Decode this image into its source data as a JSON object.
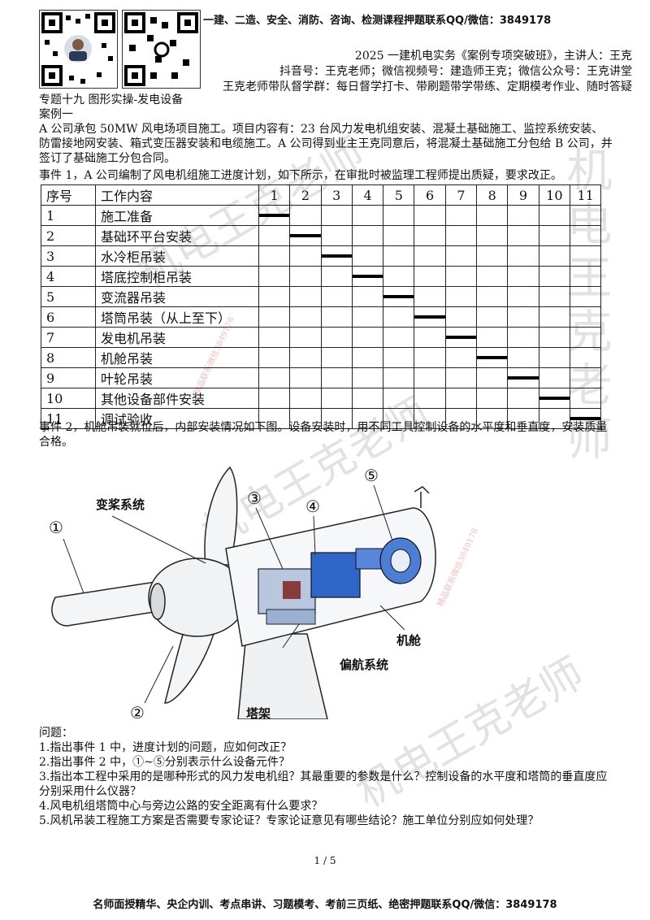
{
  "top_banner": "一建、二造、安全、消防、咨询、检测课程押题联系QQ/微信：3849178",
  "header": {
    "line1": "2025 一建机电实务《案例专项突破班》，主讲人：王克",
    "line2": "抖音号：王克老师；微信视频号：建造师王克；微信公众号：王克讲堂",
    "line3": "王克老师带队督学群：每日督学打卡、带刷题带学带练、定期模考作业、随时答疑"
  },
  "topic_title": "专题十九 图形实操-发电设备",
  "case_title": "案例一",
  "intro": "A 公司承包 50MW 风电场项目施工。项目内容有：23 台风力发电机组安装、混凝土基础施工、监控系统安装、防雷接地网安装、箱式变压器安装和电缆施工。A 公司得到业主王克同意后，将混凝土基础施工分包给 B 公司，并签订了基础施工分包合同。",
  "event1": "事件 1，A 公司编制了风电机组施工进度计划，如下所示，在审批时被监理工程师提出质疑，要求改正。",
  "gantt": {
    "col_seq": "序号",
    "col_work": "工作内容",
    "months": [
      "1",
      "2",
      "3",
      "4",
      "5",
      "6",
      "7",
      "8",
      "9",
      "10",
      "11"
    ],
    "rows": [
      {
        "seq": "1",
        "work": "施工准备",
        "period": 1
      },
      {
        "seq": "2",
        "work": "基础环平台安装",
        "period": 2
      },
      {
        "seq": "3",
        "work": "水冷柜吊装",
        "period": 3
      },
      {
        "seq": "4",
        "work": "塔底控制柜吊装",
        "period": 4
      },
      {
        "seq": "5",
        "work": "变流器吊装",
        "period": 5
      },
      {
        "seq": "6",
        "work": "塔筒吊装（从上至下）",
        "period": 6
      },
      {
        "seq": "7",
        "work": "发电机吊装",
        "period": 7
      },
      {
        "seq": "8",
        "work": "机舱吊装",
        "period": 8
      },
      {
        "seq": "9",
        "work": "叶轮吊装",
        "period": 9
      },
      {
        "seq": "10",
        "work": "其他设备部件安装",
        "period": 10
      },
      {
        "seq": "11",
        "work": "调试验收",
        "period": 11
      }
    ]
  },
  "event2": "事件 2，机舱吊装就位后，内部安装情况如下图。设备安装时，用不同工具控制设备的水平度和垂直度，安装质量合格。",
  "figure_labels": {
    "pitch": "变桨系统",
    "yaw": "偏航系统",
    "nacelle": "机舱",
    "tower": "塔架",
    "n1": "①",
    "n2": "②",
    "n3": "③",
    "n4": "④",
    "n5": "⑤"
  },
  "questions_title": "问题：",
  "questions": [
    "1.指出事件 1 中，进度计划的问题，应如何改正？",
    "2.指出事件 2 中，①~⑤分别表示什么设备元件？",
    "3.指出本工程中采用的是哪种形式的风力发电机组？其最重要的参数是什么？控制设备的水平度和塔筒的垂直度应分别采用什么仪器？",
    "4.风电机组塔筒中心与旁边公路的安全距离有什么要求？",
    "5.风机吊装工程施工方案是否需要专家论证？专家论证意见有哪些结论？施工单位分别应如何处理？"
  ],
  "page_number": "1 / 5",
  "footer": "名师面授精华、央企内训、考点串讲、习题模考、考前三页纸、绝密押题联系QQ/微信：3849178",
  "watermarks": {
    "main": "机电王克老师",
    "small": "精品联系微信3849178"
  }
}
